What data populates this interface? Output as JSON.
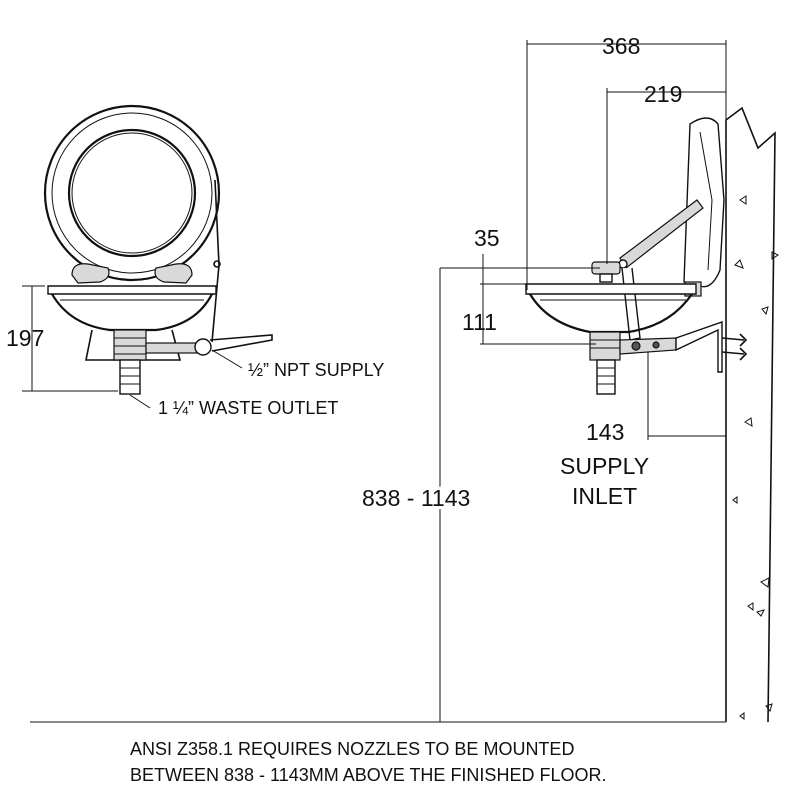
{
  "front_view": {
    "height_dim": "197",
    "supply_label": "½” NPT SUPPLY",
    "waste_label": "1 ¼” WASTE OUTLET"
  },
  "side_view": {
    "total_depth_dim": "368",
    "bowl_depth_dim": "219",
    "nozzle_rise_dim": "35",
    "bowl_height_dim": "111",
    "supply_offset_dim": "143",
    "supply_inlet_label_line1": "SUPPLY",
    "supply_inlet_label_line2": "INLET",
    "mount_height_dim": "838 - 1143"
  },
  "note": {
    "line1": "ANSI Z358.1 REQUIRES NOZZLES TO BE MOUNTED",
    "line2": "BETWEEN 838 - 1143MM ABOVE THE FINISHED FLOOR."
  }
}
